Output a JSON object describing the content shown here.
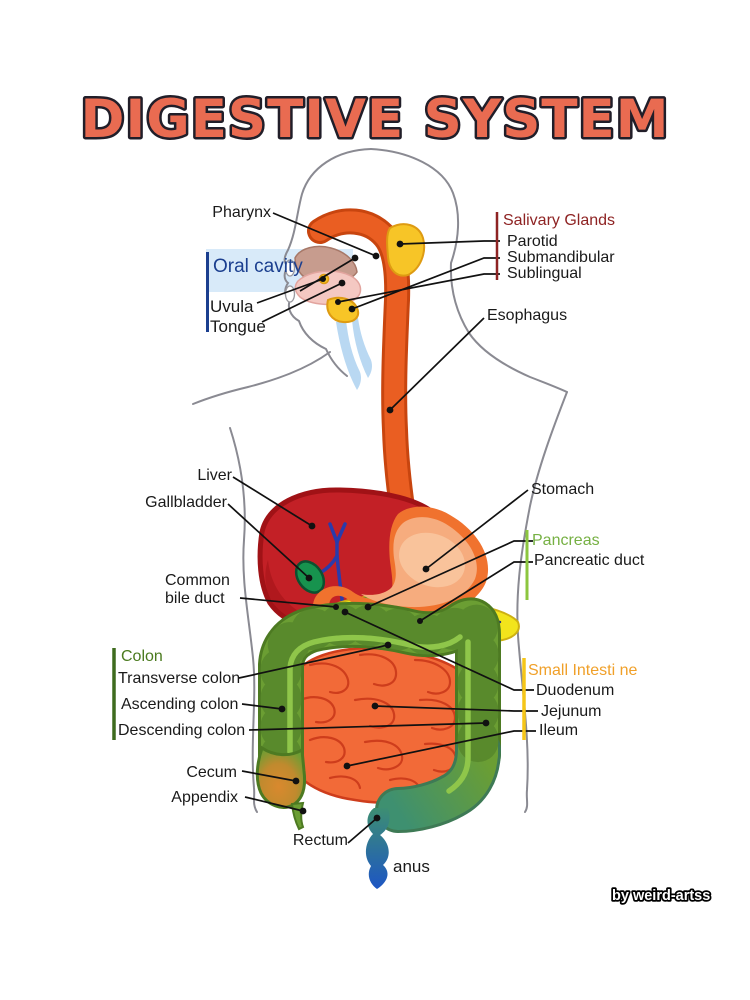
{
  "title": "DIGESTIVE SYSTEM",
  "watermark": "by weird-artss",
  "labels": {
    "pharynx": "Pharynx",
    "oral_cavity": "Oral cavity",
    "uvula": "Uvula",
    "tongue": "Tongue",
    "esophagus": "Esophagus",
    "liver": "Liver",
    "gallbladder": "Gallbladder",
    "common_bile_duct": "Common bile duct",
    "stomach": "Stomach",
    "pancreatic_duct": "Pancreatic duct",
    "cecum": "Cecum",
    "appendix": "Appendix",
    "rectum": "Rectum",
    "anus": "anus"
  },
  "groups": {
    "salivary_glands": {
      "header": "Salivary Glands",
      "items": [
        "Parotid",
        "Submandibular",
        "Sublingual"
      ]
    },
    "pancreas": {
      "header": "Pancreas"
    },
    "colon": {
      "header": "Colon",
      "items": [
        "Transverse colon",
        "Ascending colon",
        "Descending colon"
      ]
    },
    "small_intestine": {
      "header": "Small Intesti ne",
      "items": [
        "Duodenum",
        "Jejunum",
        "Ileum"
      ]
    }
  },
  "colors": {
    "title": "#E96B51",
    "title_outline": "#211E29",
    "salivary_header": "#8E2323",
    "pancreas_header": "#76B043",
    "colon_header": "#4A7A1E",
    "small_intestine_header": "#F0A029",
    "oral_cavity_text": "#1B3F8F",
    "body_outline": "#8A8A92",
    "esophagus": "#EA5E22",
    "salivary_gland": "#F7C527",
    "liver": "#C32026",
    "gallbladder": "#17934E",
    "bile_duct": "#2A3BAB",
    "stomach_border": "#F0722E",
    "stomach_fill": "#F6AC7E",
    "pancreas": "#F2E41C",
    "colon": "#6B9E33",
    "colon_border": "#4D7A22",
    "small_intestine": "#F26A38",
    "cecum_orange": "#D9892E",
    "rectum_top": "#3E9070",
    "rectum_bottom": "#1D55C5"
  }
}
